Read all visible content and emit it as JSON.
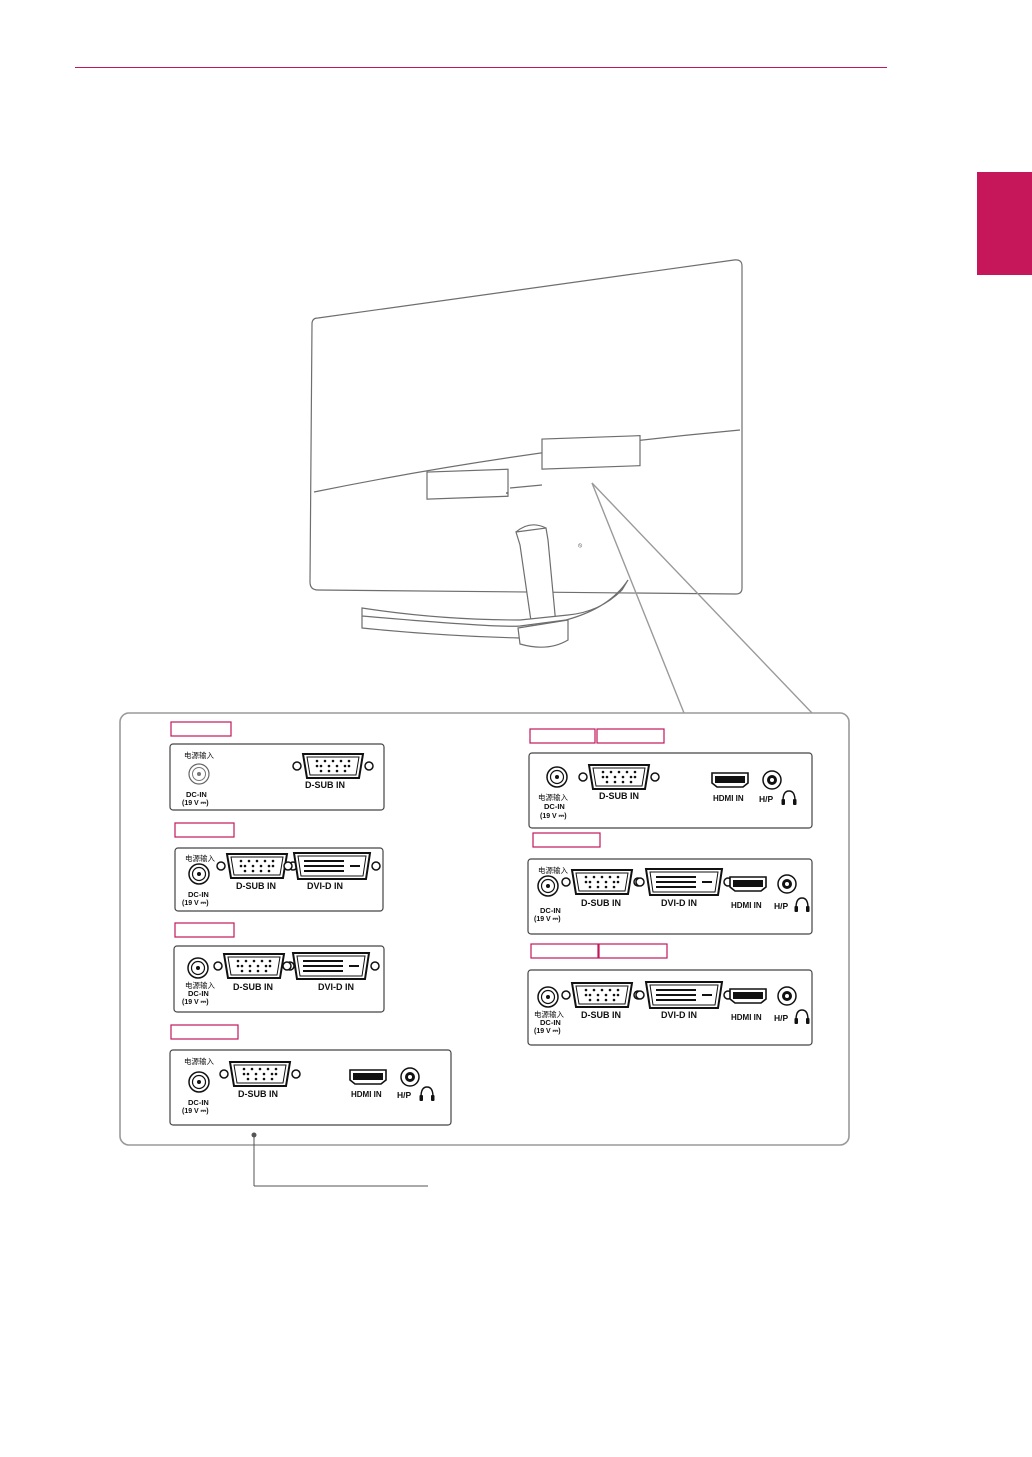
{
  "page": {
    "accent_color": "#c7175b",
    "rule_color": "#c2185b"
  },
  "ports": {
    "power_cn": "电源输入",
    "dc_in": "DC-IN",
    "dc_spec": "(19 V ⎓)",
    "dsub": "D-SUB IN",
    "dvid": "DVI-D IN",
    "hdmi": "HDMI IN",
    "hp": "H/P"
  },
  "icons": {
    "headphone": "headphone-icon",
    "dc_power": "dc-power-jack-icon"
  }
}
